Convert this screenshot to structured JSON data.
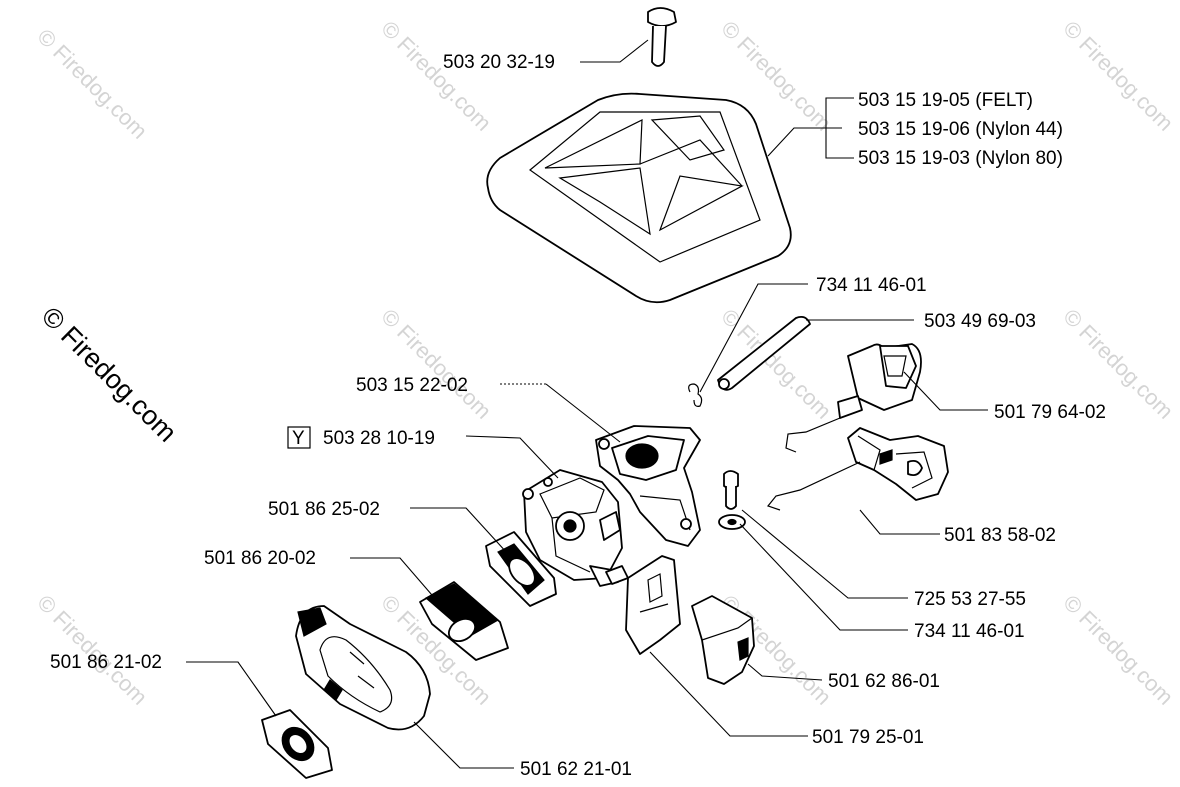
{
  "watermark": {
    "text": "© Firedog.com"
  },
  "parts": [
    {
      "id": "screw-top",
      "part_number": "503 20 32-19"
    },
    {
      "id": "filter-felt",
      "part_number": "503 15 19-05 (FELT)"
    },
    {
      "id": "filter-nylon44",
      "part_number": "503 15 19-06 (Nylon 44)"
    },
    {
      "id": "filter-nylon80",
      "part_number": "503 15 19-03 (Nylon 80)"
    },
    {
      "id": "clip",
      "part_number": "734 11 46-01"
    },
    {
      "id": "rod",
      "part_number": "503 49 69-03"
    },
    {
      "id": "gasket-top",
      "part_number": "503 15 22-02"
    },
    {
      "id": "choke-lever",
      "part_number": "501 79 64-02"
    },
    {
      "id": "carburetor",
      "part_number": "503 28 10-19",
      "marker": "Y"
    },
    {
      "id": "gasket-mid",
      "part_number": "501 86 25-02"
    },
    {
      "id": "throttle-assembly",
      "part_number": "501 83 58-02"
    },
    {
      "id": "spacer",
      "part_number": "501 86 20-02"
    },
    {
      "id": "bolt",
      "part_number": "725 53 27-55"
    },
    {
      "id": "washer",
      "part_number": "734 11 46-01"
    },
    {
      "id": "rubber-cap",
      "part_number": "501 62 86-01"
    },
    {
      "id": "intake-gasket",
      "part_number": "501 86 21-02"
    },
    {
      "id": "plate",
      "part_number": "501 79 25-01"
    },
    {
      "id": "intake-boot",
      "part_number": "501 62 21-01"
    }
  ]
}
